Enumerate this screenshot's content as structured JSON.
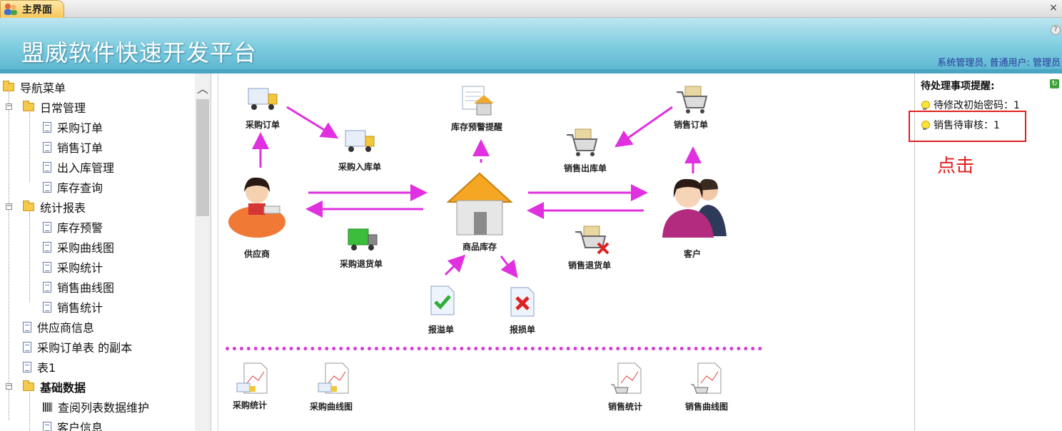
{
  "tab": {
    "label": "主界面",
    "close": "×"
  },
  "header": {
    "title": "盟威软件快速开发平台",
    "user_info": "系统管理员, 普通用户: 管理员",
    "help": "?"
  },
  "nav": {
    "items": [
      {
        "label": "导航菜单",
        "icon": "folder-open-icon",
        "bold": false
      },
      {
        "label": "日常管理",
        "icon": "folder-open-icon",
        "bold": false
      },
      {
        "label": "采购订单",
        "icon": "document-icon"
      },
      {
        "label": "销售订单",
        "icon": "document-icon"
      },
      {
        "label": "出入库管理",
        "icon": "document-icon"
      },
      {
        "label": "库存查询",
        "icon": "document-icon"
      },
      {
        "label": "统计报表",
        "icon": "folder-open-icon"
      },
      {
        "label": "库存预警",
        "icon": "document-icon"
      },
      {
        "label": "采购曲线图",
        "icon": "document-icon"
      },
      {
        "label": "采购统计",
        "icon": "document-icon"
      },
      {
        "label": "销售曲线图",
        "icon": "document-icon"
      },
      {
        "label": "销售统计",
        "icon": "document-icon"
      },
      {
        "label": "供应商信息",
        "icon": "document-icon"
      },
      {
        "label": "采购订单表 的副本",
        "icon": "document-icon"
      },
      {
        "label": "表1",
        "icon": "document-icon"
      },
      {
        "label": "基础数据",
        "icon": "folder-open-icon",
        "bold": true
      },
      {
        "label": "查阅列表数据维护",
        "icon": "grid-icon"
      },
      {
        "label": "客户信息",
        "icon": "document-icon"
      }
    ]
  },
  "flow": {
    "purchase_order": "采购订单",
    "purchase_inbound": "采购入库单",
    "stock_warning": "库存预警提醒",
    "sales_outbound": "销售出库单",
    "sales_order": "销售订单",
    "supplier": "供应商",
    "inventory": "商品库存",
    "customer": "客户",
    "purchase_return": "采购退货单",
    "sales_return": "销售退货单",
    "overflow": "报溢单",
    "loss": "报损单",
    "purchase_stats": "采购统计",
    "purchase_curve": "采购曲线图",
    "sales_stats": "销售统计",
    "sales_curve": "销售曲线图"
  },
  "reminders": {
    "title": "待处理事项提醒:",
    "items": [
      "待修改初始密码：1",
      "销售待审核：1"
    ]
  },
  "annotation": "点击",
  "colors": {
    "arrow": "#e030e0",
    "header": "#7fcde0",
    "highlight": "#e02020"
  }
}
